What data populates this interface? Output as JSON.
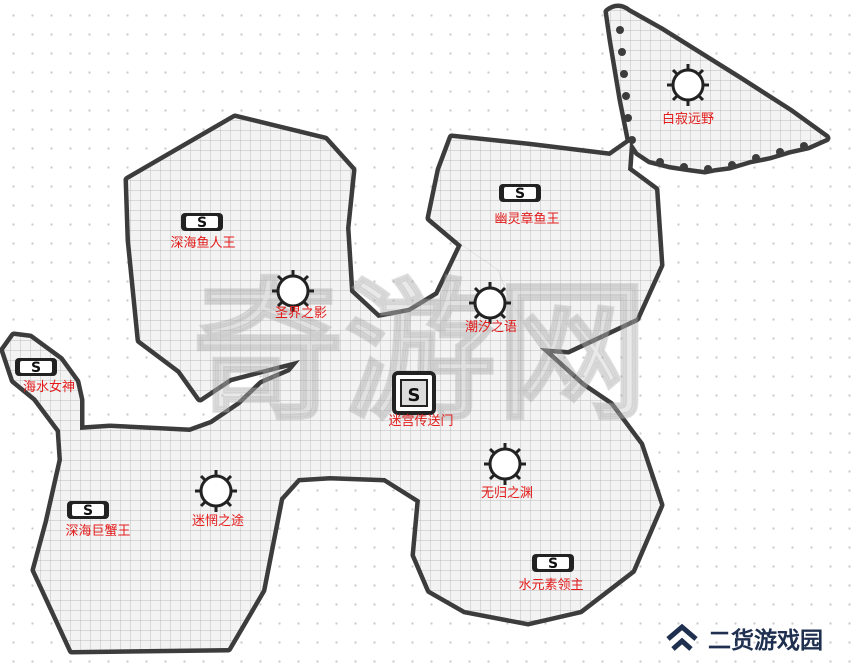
{
  "map": {
    "watermark_text": "奇游网",
    "locations": [
      {
        "id": "baiji",
        "name": "白寂远野",
        "icon": "circle"
      },
      {
        "id": "youling",
        "name": "幽灵章鱼王",
        "icon": "boss"
      },
      {
        "id": "shenhai-yu",
        "name": "深海鱼人王",
        "icon": "boss"
      },
      {
        "id": "shengjie",
        "name": "圣界之影",
        "icon": "circle"
      },
      {
        "id": "chaoxi",
        "name": "潮汐之语",
        "icon": "circle"
      },
      {
        "id": "haishui",
        "name": "海水女神",
        "icon": "boss"
      },
      {
        "id": "migong",
        "name": "迷宫传送门",
        "icon": "portal"
      },
      {
        "id": "wugui",
        "name": "无归之渊",
        "icon": "circle"
      },
      {
        "id": "juxie",
        "name": "深海巨蟹王",
        "icon": "boss"
      },
      {
        "id": "miwang",
        "name": "迷惘之途",
        "icon": "circle"
      },
      {
        "id": "shuiyuan",
        "name": "水元素领主",
        "icon": "boss"
      }
    ],
    "boss_icon_glyph": "S",
    "label_color": "#e31b1b",
    "region_fill": "#f3f3f3",
    "grid_color": "#a9a9a9",
    "border_color": "#3c3c3c"
  },
  "brand": {
    "text": "二货游戏园",
    "logo_icon": "double-chevron-up-icon",
    "color": "#1f2f4f"
  }
}
